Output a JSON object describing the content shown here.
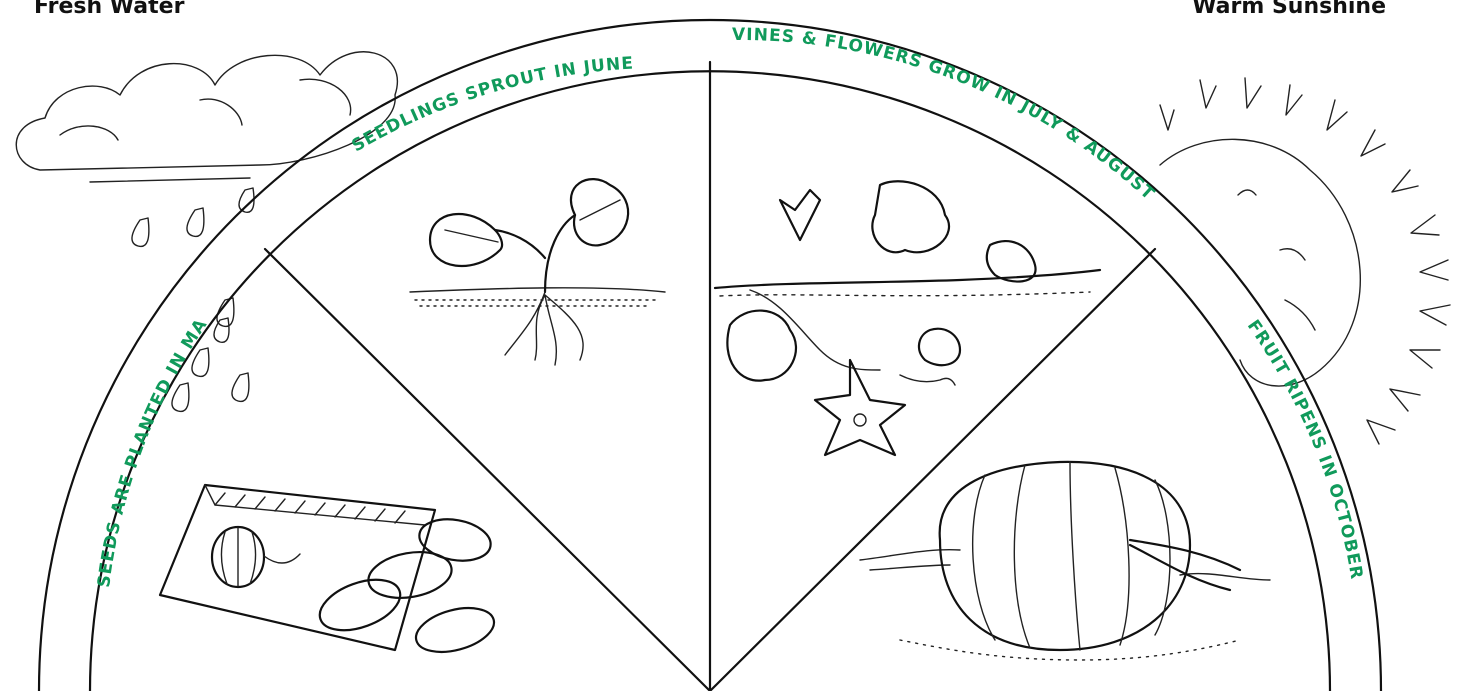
{
  "corners": {
    "left": "Fresh Water",
    "right": "Warm Sunshine"
  },
  "stages": [
    {
      "label": "SEEDS ARE PLANTED IN MAY",
      "image": "seed-packet-icon"
    },
    {
      "label": "SEEDLINGS SPROUT IN JUNE",
      "image": "seedling-icon"
    },
    {
      "label": "VINES & FLOWERS GROW IN JULY & AUGUST",
      "image": "vine-flower-icon"
    },
    {
      "label": "FRUIT RIPENS IN OCTOBER",
      "image": "pumpkin-icon"
    }
  ],
  "decorations": [
    "rain-cloud-icon",
    "sun-icon"
  ],
  "colors": {
    "label_green": "#109a5b",
    "ink": "#111111"
  }
}
